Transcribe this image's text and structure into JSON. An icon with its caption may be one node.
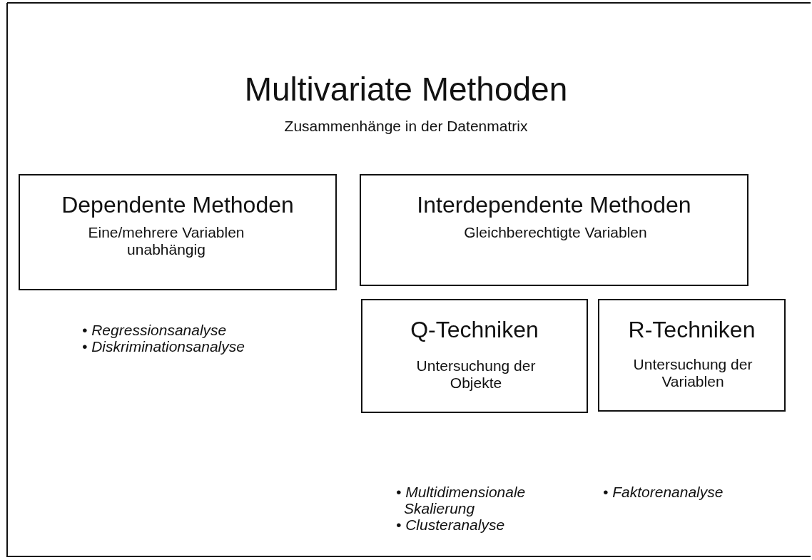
{
  "diagram": {
    "title": "Multivariate Methoden",
    "nodes": [
      {
        "text": [
          "Dependente Methoden",
          "Eine/mehrere Variablen unabhängig"
        ]
      },
      {
        "text": [
          "Interdependente Methoden",
          "Gleichberechtigte Variablen"
        ]
      },
      {
        "text": [
          "Q-Techniken",
          "Untersuchung der Objekte"
        ]
      },
      {
        "text": [
          "R-Techniken",
          "Untersuchung der Variablen"
        ]
      }
    ],
    "labels": [
      "Zusammenhänge in der Datenmatrix",
      "• Regressionsanalyse",
      "• Diskriminationsanalyse",
      "• Multidimensionale Skalierung",
      "• Clusteranalyse",
      "• Faktorenanalyse"
    ]
  }
}
